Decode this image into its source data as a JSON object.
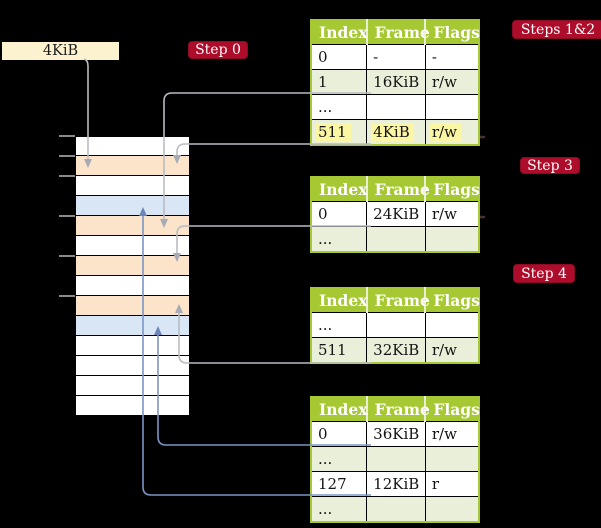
{
  "frame_label": {
    "text": "4KiB"
  },
  "badges": [
    {
      "id": "step0",
      "label": "Step 0"
    },
    {
      "id": "steps12",
      "label": "Steps 1&2"
    },
    {
      "id": "step3",
      "label": "Step 3"
    },
    {
      "id": "step4",
      "label": "Step 4"
    }
  ],
  "memory": {
    "rows": [
      {
        "color": "white"
      },
      {
        "color": "orange"
      },
      {
        "color": "white"
      },
      {
        "color": "blue"
      },
      {
        "color": "orange"
      },
      {
        "color": "white"
      },
      {
        "color": "orange"
      },
      {
        "color": "white"
      },
      {
        "color": "orange"
      },
      {
        "color": "blue"
      },
      {
        "color": "white"
      },
      {
        "color": "white"
      },
      {
        "color": "white"
      },
      {
        "color": "white"
      }
    ]
  },
  "tables": [
    {
      "id": "steps12",
      "headers": [
        "Index",
        "Frame",
        "Flags"
      ],
      "rows": [
        {
          "cells": [
            "0",
            "-",
            "-"
          ],
          "shaded": false,
          "highlighted": false
        },
        {
          "cells": [
            "1",
            "16KiB",
            "r/w"
          ],
          "shaded": true,
          "highlighted": false
        },
        {
          "cells": [
            "...",
            "",
            ""
          ],
          "shaded": false,
          "highlighted": false
        },
        {
          "cells": [
            "511",
            "4KiB",
            "r/w"
          ],
          "shaded": true,
          "highlighted": true
        }
      ]
    },
    {
      "id": "step3",
      "headers": [
        "Index",
        "Frame",
        "Flags"
      ],
      "rows": [
        {
          "cells": [
            "0",
            "24KiB",
            "r/w"
          ],
          "shaded": false,
          "highlighted": false
        },
        {
          "cells": [
            "...",
            "",
            ""
          ],
          "shaded": true,
          "highlighted": false
        }
      ]
    },
    {
      "id": "step4-upper",
      "headers": [
        "Index",
        "Frame",
        "Flags"
      ],
      "rows": [
        {
          "cells": [
            "...",
            "",
            ""
          ],
          "shaded": false,
          "highlighted": false
        },
        {
          "cells": [
            "511",
            "32KiB",
            "r/w"
          ],
          "shaded": true,
          "highlighted": false
        }
      ]
    },
    {
      "id": "step4-lower",
      "headers": [
        "Index",
        "Frame",
        "Flags"
      ],
      "rows": [
        {
          "cells": [
            "0",
            "36KiB",
            "r/w"
          ],
          "shaded": false,
          "highlighted": false
        },
        {
          "cells": [
            "...",
            "",
            ""
          ],
          "shaded": true,
          "highlighted": false
        },
        {
          "cells": [
            "127",
            "12KiB",
            "r"
          ],
          "shaded": false,
          "highlighted": false
        },
        {
          "cells": [
            "...",
            "",
            ""
          ],
          "shaded": true,
          "highlighted": false
        }
      ]
    }
  ],
  "colors": {
    "background": "#000000",
    "table_header_bg": "#A6C832",
    "table_row_shaded": "#EAEFDA",
    "cell_highlight": "#FBF6A3",
    "frame_label_bg": "#FCF2CF",
    "memory_row_orange": "#FCE4CB",
    "memory_row_blue": "#D9E6F6",
    "badge_bg": "#AD0C2B",
    "connector_gray": "#B9BCC2",
    "connector_blue": "#7B95C5"
  }
}
